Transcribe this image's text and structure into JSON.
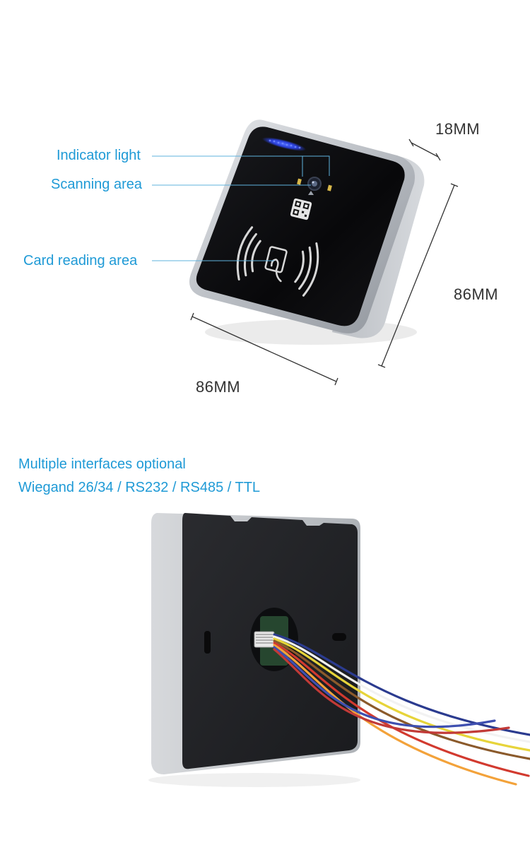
{
  "callouts": {
    "indicator_light": "Indicator light",
    "scanning_area": "Scanning area",
    "card_reading_area": "Card reading area"
  },
  "dimensions": {
    "depth": "18MM",
    "height": "86MM",
    "width": "86MM"
  },
  "interfaces": {
    "line1": "Multiple interfaces optional",
    "line2": "Wiegand 26/34 / RS232 / RS485 / TTL"
  },
  "colors": {
    "accent": "#1f9ad6",
    "panel": "#0c0c0e",
    "frame": "#c9ccd1",
    "indicator": "#2a4bff"
  }
}
